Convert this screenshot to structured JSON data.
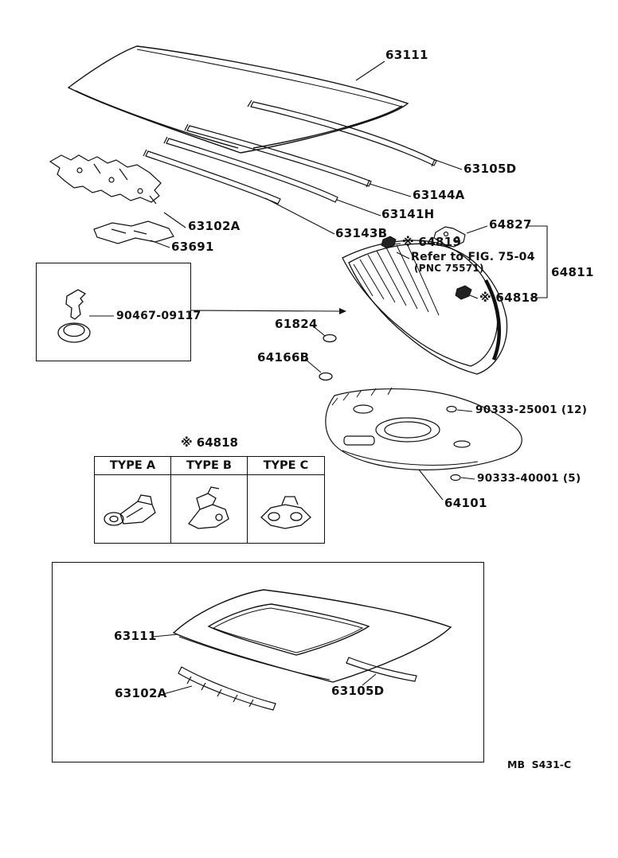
{
  "page": {
    "background": "#ffffff",
    "line_color": "#111111"
  },
  "labels": {
    "roof_panel": "63111",
    "roof_rail": "63105D",
    "bow_63144a": "63144A",
    "bow_63141h": "63141H",
    "bow_63143b": "63143B",
    "header_63102a": "63102A",
    "silencer_63691": "63691",
    "stop_64827": "64827",
    "clip_64819": "※ 64819",
    "refer_line1": "Refer to FIG. 75-04",
    "refer_line2": "(PNC 75571)",
    "glass_64811": "64811",
    "clip_64818": "※ 64818",
    "grommet_90467": "90467-09117",
    "dam_61824": "61824",
    "seal_64166b": "64166B",
    "clip_90333_25001": "90333-25001 (12)",
    "clip_90333_40001": "90333-40001 (5)",
    "tray_64101": "64101"
  },
  "type_table": {
    "caption": "※ 64818",
    "columns": [
      "TYPE A",
      "TYPE B",
      "TYPE C"
    ]
  },
  "inset": {
    "roof_panel": "63111",
    "header_63102a": "63102A",
    "roof_rail": "63105D"
  },
  "footer": {
    "code": "MB  S431-C"
  }
}
